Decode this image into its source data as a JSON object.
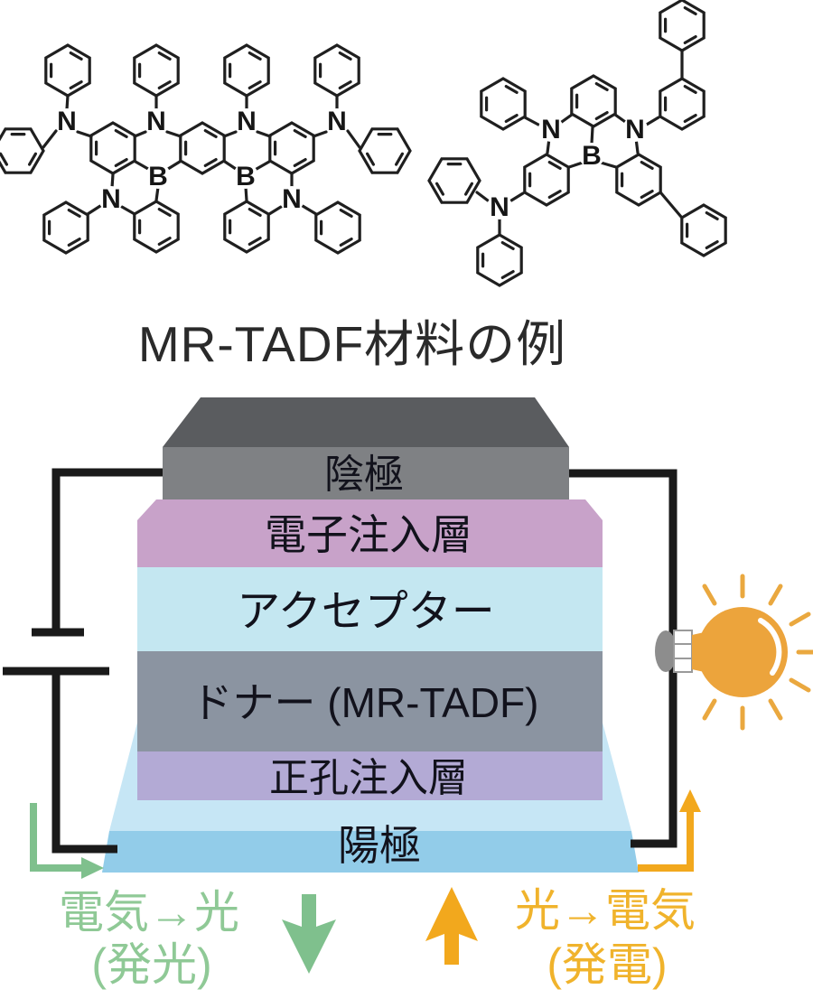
{
  "caption": "MR-TADF材料の例",
  "molecules": {
    "description": "two MR-TADF boron/nitrogen molecular structures",
    "left_atoms": [
      "N",
      "N",
      "N",
      "N",
      "B",
      "B",
      "N",
      "N"
    ],
    "right_atoms": [
      "N",
      "N",
      "B",
      "N"
    ]
  },
  "device": {
    "layers": [
      {
        "name": "cathode",
        "label": "陰極",
        "color": "#7f8184",
        "top_color": "#5a5c5f"
      },
      {
        "name": "electron-injection-layer",
        "label": "電子注入層",
        "color": "#c8a2c9"
      },
      {
        "name": "acceptor",
        "label": "アクセプター",
        "color": "#c4e7f1"
      },
      {
        "name": "donor",
        "label": "ドナー (MR-TADF)",
        "color": "#8b94a1"
      },
      {
        "name": "hole-injection-layer",
        "label": "正孔注入層",
        "color": "#b3aad5"
      },
      {
        "name": "anode",
        "label": "陽極",
        "color": "#92cce9",
        "top_color": "#c6e6f5"
      }
    ],
    "wire_color": "#1a1a1a",
    "bulb_color": "#eca43c",
    "bulb_ray_color": "#eaa83f",
    "socket_color": "#8d8d8d"
  },
  "annotations": {
    "emission": {
      "line1": "電気→光",
      "line2": "(発光)",
      "text_color": "#8fc996",
      "arrow_color": "#7fc08d"
    },
    "generation": {
      "line1": "光→電気",
      "line2": "(発電)",
      "text_color": "#f0b32c",
      "arrow_color": "#f2a81d"
    }
  }
}
